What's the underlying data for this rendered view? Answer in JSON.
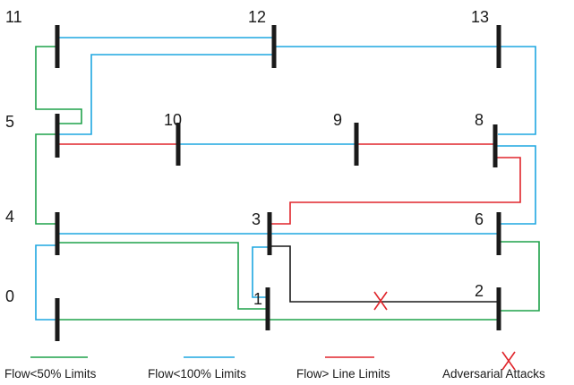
{
  "colors": {
    "under_50": "#1fa24a",
    "under_100": "#1ea7e1",
    "over_limit": "#e0252b",
    "attacked": "#1a1a1a",
    "attack_marker": "#e0252b",
    "bus": "#1a1a1a"
  },
  "buses": [
    {
      "id": "bus-0",
      "label": "0"
    },
    {
      "id": "bus-1",
      "label": "1"
    },
    {
      "id": "bus-2",
      "label": "2"
    },
    {
      "id": "bus-3",
      "label": "3"
    },
    {
      "id": "bus-4",
      "label": "4"
    },
    {
      "id": "bus-5",
      "label": "5"
    },
    {
      "id": "bus-6",
      "label": "6"
    },
    {
      "id": "bus-8",
      "label": "8"
    },
    {
      "id": "bus-9",
      "label": "9"
    },
    {
      "id": "bus-10",
      "label": "10"
    },
    {
      "id": "bus-11",
      "label": "11"
    },
    {
      "id": "bus-12",
      "label": "12"
    },
    {
      "id": "bus-13",
      "label": "13"
    }
  ],
  "lines": [
    {
      "from": "11",
      "to": "12",
      "status": "under_100"
    },
    {
      "from": "12",
      "to": "13",
      "status": "under_100"
    },
    {
      "from": "5",
      "to": "12",
      "status": "under_100"
    },
    {
      "from": "5",
      "to": "11",
      "status": "under_50"
    },
    {
      "from": "5",
      "to": "4",
      "status": "under_50"
    },
    {
      "from": "5",
      "to": "10",
      "status": "over_limit"
    },
    {
      "from": "10",
      "to": "9",
      "status": "under_100"
    },
    {
      "from": "9",
      "to": "8",
      "status": "over_limit"
    },
    {
      "from": "13",
      "to": "8",
      "status": "under_100"
    },
    {
      "from": "8",
      "to": "6",
      "status": "under_100"
    },
    {
      "from": "8",
      "to": "3",
      "status": "over_limit"
    },
    {
      "from": "4",
      "to": "6",
      "status": "under_100"
    },
    {
      "from": "4",
      "to": "1",
      "status": "under_50"
    },
    {
      "from": "0",
      "to": "4",
      "status": "under_100"
    },
    {
      "from": "0",
      "to": "2",
      "status": "under_50"
    },
    {
      "from": "6",
      "to": "2",
      "status": "under_50"
    },
    {
      "from": "3",
      "to": "1",
      "status": "under_100"
    },
    {
      "from": "3",
      "to": "2",
      "status": "attacked"
    }
  ],
  "legend": [
    {
      "key": "under_50",
      "label": "Flow<50% Limits"
    },
    {
      "key": "under_100",
      "label": "Flow<100% Limits"
    },
    {
      "key": "over_limit",
      "label": "Flow> Line Limits"
    },
    {
      "key": "attack",
      "label": "Adversarial Attacks"
    }
  ]
}
